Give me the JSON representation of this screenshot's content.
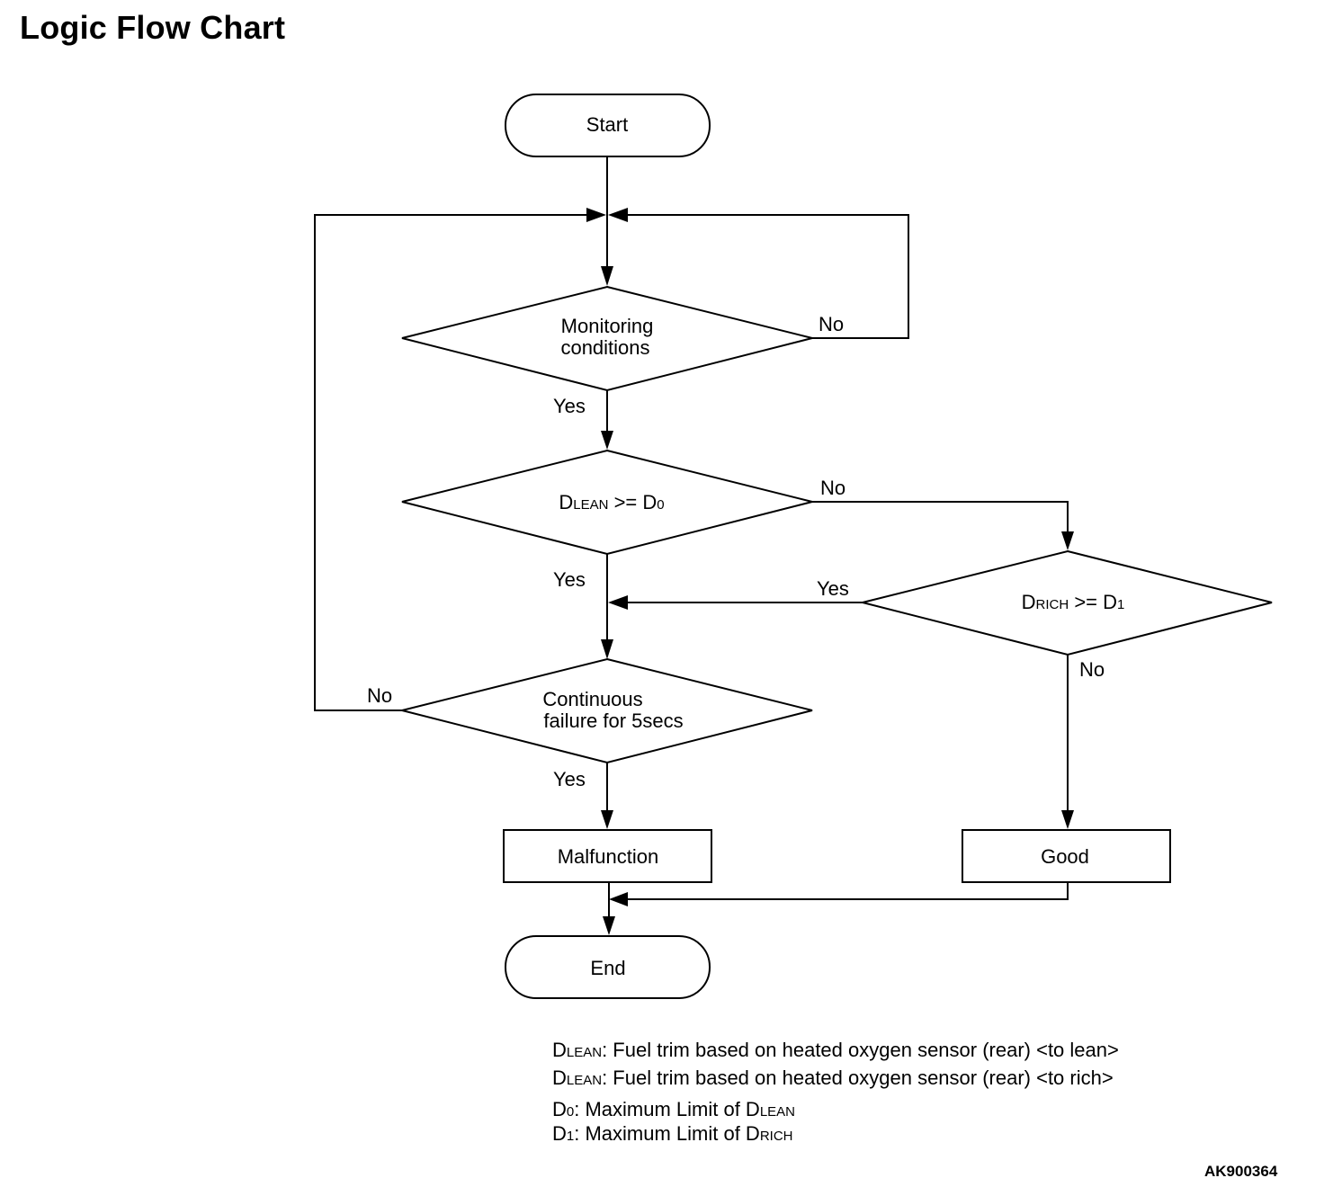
{
  "title": "Logic Flow Chart",
  "nodes": {
    "start": "Start",
    "monitoring_line1": "Monitoring",
    "monitoring_line2": "conditions",
    "dlean_main": "D",
    "dlean_sub": "LEAN",
    "dlean_op": " >= D",
    "dlean_sub2": "0",
    "drich_main": "D",
    "drich_sub": "RICH",
    "drich_op": " >= D",
    "drich_sub2": "1",
    "continuous_line1": "Continuous",
    "continuous_line2": "failure for 5secs",
    "malfunction": "Malfunction",
    "good": "Good",
    "end": "End"
  },
  "edge_labels": {
    "monitoring_no": "No",
    "monitoring_yes": "Yes",
    "dlean_no": "No",
    "dlean_yes": "Yes",
    "drich_yes": "Yes",
    "drich_no": "No",
    "continuous_no": "No",
    "continuous_yes": "Yes"
  },
  "legend": [
    {
      "sym": "D",
      "sub": "LEAN",
      "text": ": Fuel trim based on heated oxygen sensor (rear) <to lean>"
    },
    {
      "sym": "D",
      "sub": "LEAN",
      "text": ": Fuel trim based on heated oxygen sensor (rear) <to rich>"
    },
    {
      "sym": "D",
      "sub": "0",
      "text": ": Maximum Limit of D",
      "tail": "LEAN"
    },
    {
      "sym": "D",
      "sub": "1",
      "text": ": Maximum Limit of D",
      "tail": "RICH"
    }
  ],
  "code": "AK900364"
}
